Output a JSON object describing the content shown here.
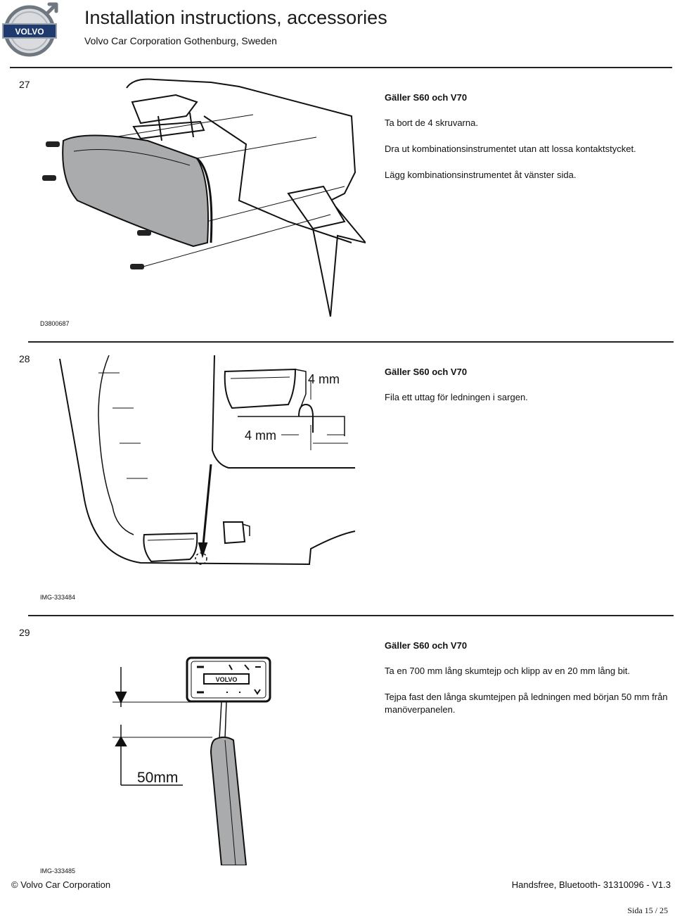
{
  "header": {
    "logo_text": "VOLVO",
    "title": "Installation instructions, accessories",
    "subtitle": "Volvo Car Corporation Gothenburg, Sweden"
  },
  "steps": [
    {
      "number": "27",
      "applies_to": "Gäller S60 och V70",
      "paragraphs": [
        "Ta bort de 4 skruvarna.",
        "Dra ut kombinationsinstrumentet utan att lossa kontaktstycket.",
        "Lägg kombinationsinstrumentet åt vänster sida."
      ],
      "image_id": "D3800687"
    },
    {
      "number": "28",
      "applies_to": "Gäller S60 och V70",
      "paragraphs": [
        "Fila ett uttag för ledningen i sargen."
      ],
      "image_id": "IMG-333484",
      "dimension_labels": [
        "4 mm",
        "4 mm"
      ]
    },
    {
      "number": "29",
      "applies_to": "Gäller S60 och V70",
      "paragraphs": [
        "Ta en 700 mm lång skumtejp och klipp av en 20 mm lång bit.",
        "Tejpa fast den långa skumtejpen på ledningen med början 50 mm från manöverpanelen."
      ],
      "image_id": "IMG-333485",
      "dimension_labels": [
        "50mm"
      ],
      "panel_logo": "VOLVO"
    }
  ],
  "footer": {
    "copyright": "© Volvo Car Corporation",
    "document": "Handsfree, Bluetooth- 31310096 - V1.3",
    "page": "Sida 15 / 25"
  }
}
